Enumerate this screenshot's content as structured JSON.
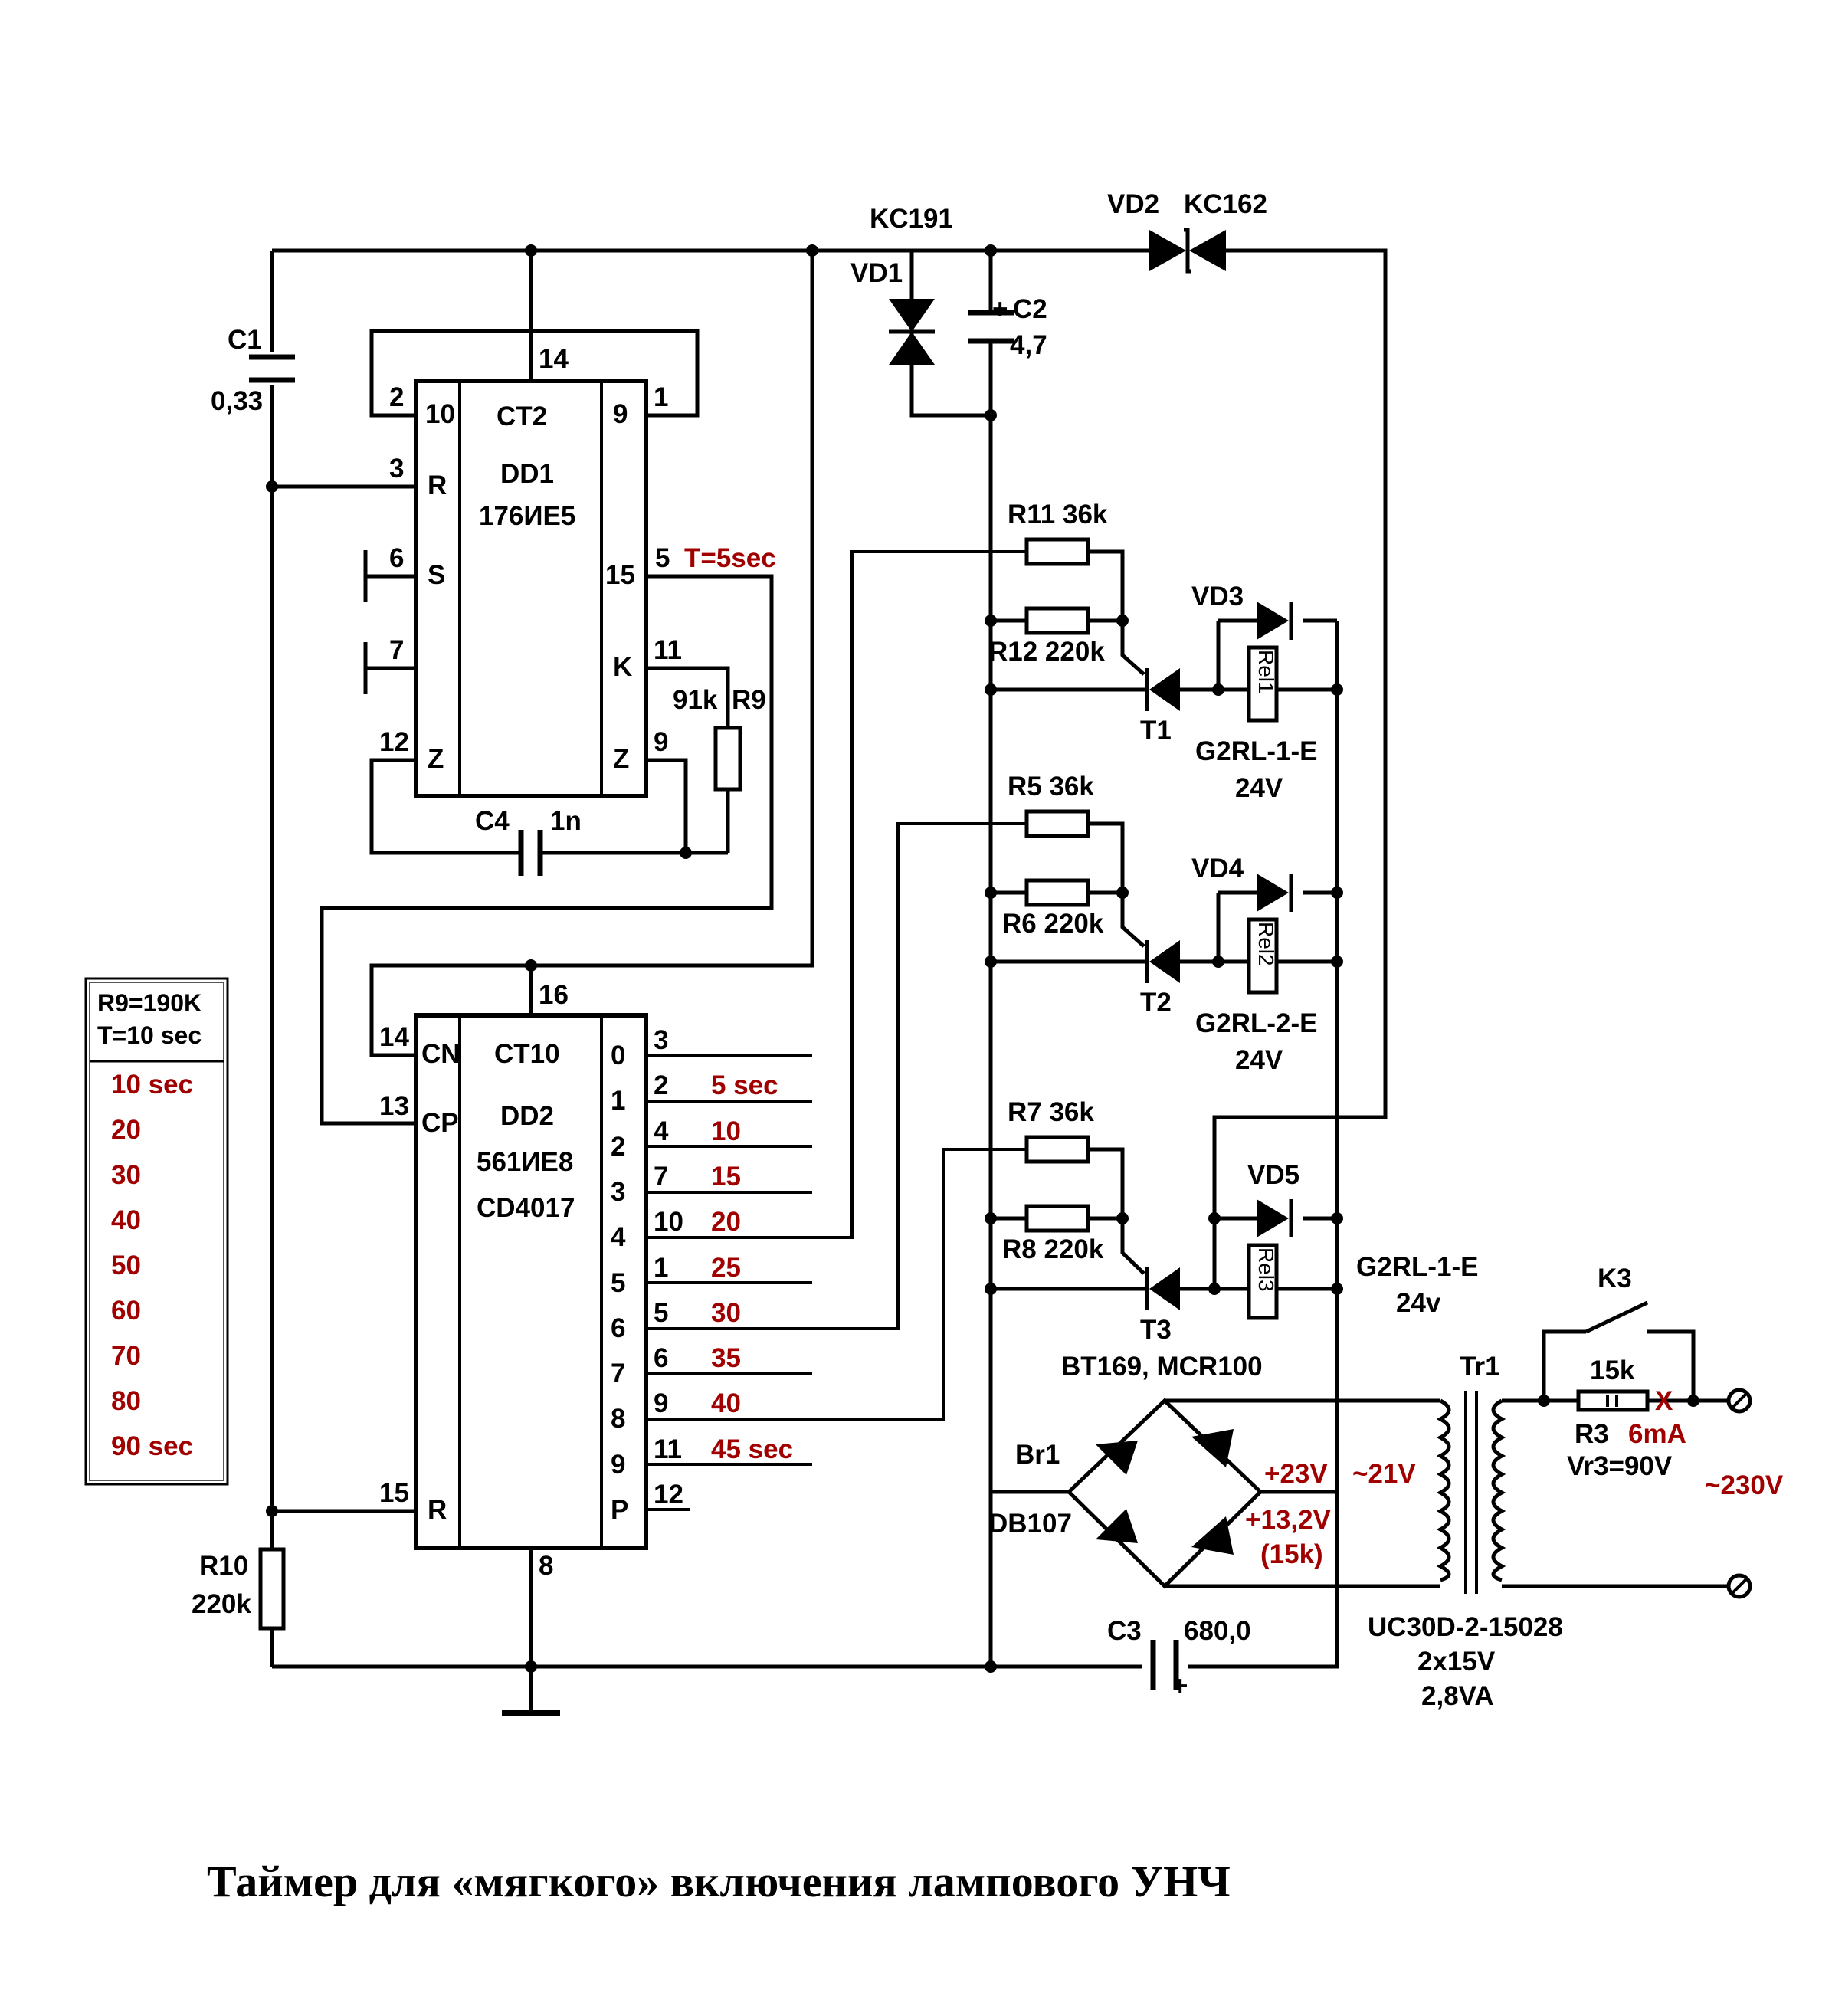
{
  "title": "Таймер для «мягкого» включения лампового УНЧ",
  "colors": {
    "wire": "#000000",
    "note": "#a00000",
    "background": "#ffffff"
  },
  "dd1": {
    "type": "CT2",
    "ref": "DD1",
    "part": "176ИЕ5",
    "pins_left": [
      {
        "num": "10",
        "name": "",
        "ext": "2"
      },
      {
        "num": "3",
        "name": "R"
      },
      {
        "num": "6",
        "name": "S"
      },
      {
        "num": "7",
        "name": ""
      },
      {
        "num": "12",
        "name": "Z"
      }
    ],
    "pins_right": [
      {
        "num": "9",
        "ext": "1"
      },
      {
        "num": "15",
        "ext": "5"
      },
      {
        "num": "K",
        "ext": "11"
      },
      {
        "num": "Z",
        "ext": "9"
      }
    ],
    "power_pin": "14",
    "out_note": "T=5sec"
  },
  "dd2": {
    "type": "CT10",
    "ref": "DD2",
    "part1": "561ИЕ8",
    "part2": "CD4017",
    "pins_left": [
      {
        "num": "14",
        "name": "CN"
      },
      {
        "num": "13",
        "name": "CP"
      },
      {
        "num": "15",
        "name": "R"
      }
    ],
    "outputs": [
      {
        "q": "0",
        "pin": "3",
        "time": ""
      },
      {
        "q": "1",
        "pin": "2",
        "time": "5 sec"
      },
      {
        "q": "2",
        "pin": "4",
        "time": "10"
      },
      {
        "q": "3",
        "pin": "7",
        "time": "15"
      },
      {
        "q": "4",
        "pin": "10",
        "time": "20"
      },
      {
        "q": "5",
        "pin": "1",
        "time": "25"
      },
      {
        "q": "6",
        "pin": "5",
        "time": "30"
      },
      {
        "q": "7",
        "pin": "6",
        "time": "35"
      },
      {
        "q": "8",
        "pin": "9",
        "time": "40"
      },
      {
        "q": "9",
        "pin": "11",
        "time": "45 sec"
      },
      {
        "q": "P",
        "pin": "12",
        "time": ""
      }
    ],
    "power_pin": "16",
    "gnd_pin": "8"
  },
  "components": {
    "c1": {
      "name": "C1",
      "value": "0,33"
    },
    "c2": {
      "name": "C2",
      "value": "4,7",
      "polarity": "+"
    },
    "c3": {
      "name": "C3",
      "value": "680,0",
      "polarity": "+"
    },
    "c4": {
      "name": "C4",
      "value": "1n"
    },
    "r9": {
      "name": "R9",
      "value": "91k"
    },
    "r10": {
      "name": "R10",
      "value": "220k"
    },
    "r11": "R11 36k",
    "r12": "R12 220k",
    "r5": "R5 36k",
    "r6": "R6 220k",
    "r7": "R7 36k",
    "r8": "R8 220k",
    "vd1": {
      "name": "VD1",
      "part": "KC191"
    },
    "vd2": {
      "name": "VD2",
      "part": "KC162"
    },
    "vd3": "VD3",
    "vd4": "VD4",
    "vd5": "VD5",
    "t1": "T1",
    "t2": "T2",
    "t3": "T3",
    "thyristor_part": "BT169, MCR100",
    "rel1": {
      "coil": "Rel1",
      "part": "G2RL-1-E",
      "volt": "24V"
    },
    "rel2": {
      "coil": "Rel2",
      "part": "G2RL-2-E",
      "volt": "24V"
    },
    "rel3": {
      "coil": "Rel3",
      "part": "G2RL-1-E",
      "volt": "24v"
    },
    "br1": {
      "name": "Br1",
      "part": "DB107"
    },
    "tr1": {
      "name": "Tr1",
      "part": "UC30D-2-15028",
      "winding": "2x15V",
      "power": "2,8VA"
    },
    "r3": {
      "name": "R3",
      "value": "15k",
      "vr": "Vr3=90V",
      "current": "6mA",
      "mark": "X"
    },
    "k3": "K3",
    "v_plus23": "+23V",
    "v_ac21": "~21V",
    "v_plus132": "+13,2V",
    "v_15k": "(15k)",
    "v_mains": "~230V"
  },
  "table": {
    "head1": "R9=190K",
    "head2": "T=10 sec",
    "rows": [
      "10 sec",
      "20",
      "30",
      "40",
      "50",
      "60",
      "70",
      "80",
      "90 sec"
    ]
  }
}
